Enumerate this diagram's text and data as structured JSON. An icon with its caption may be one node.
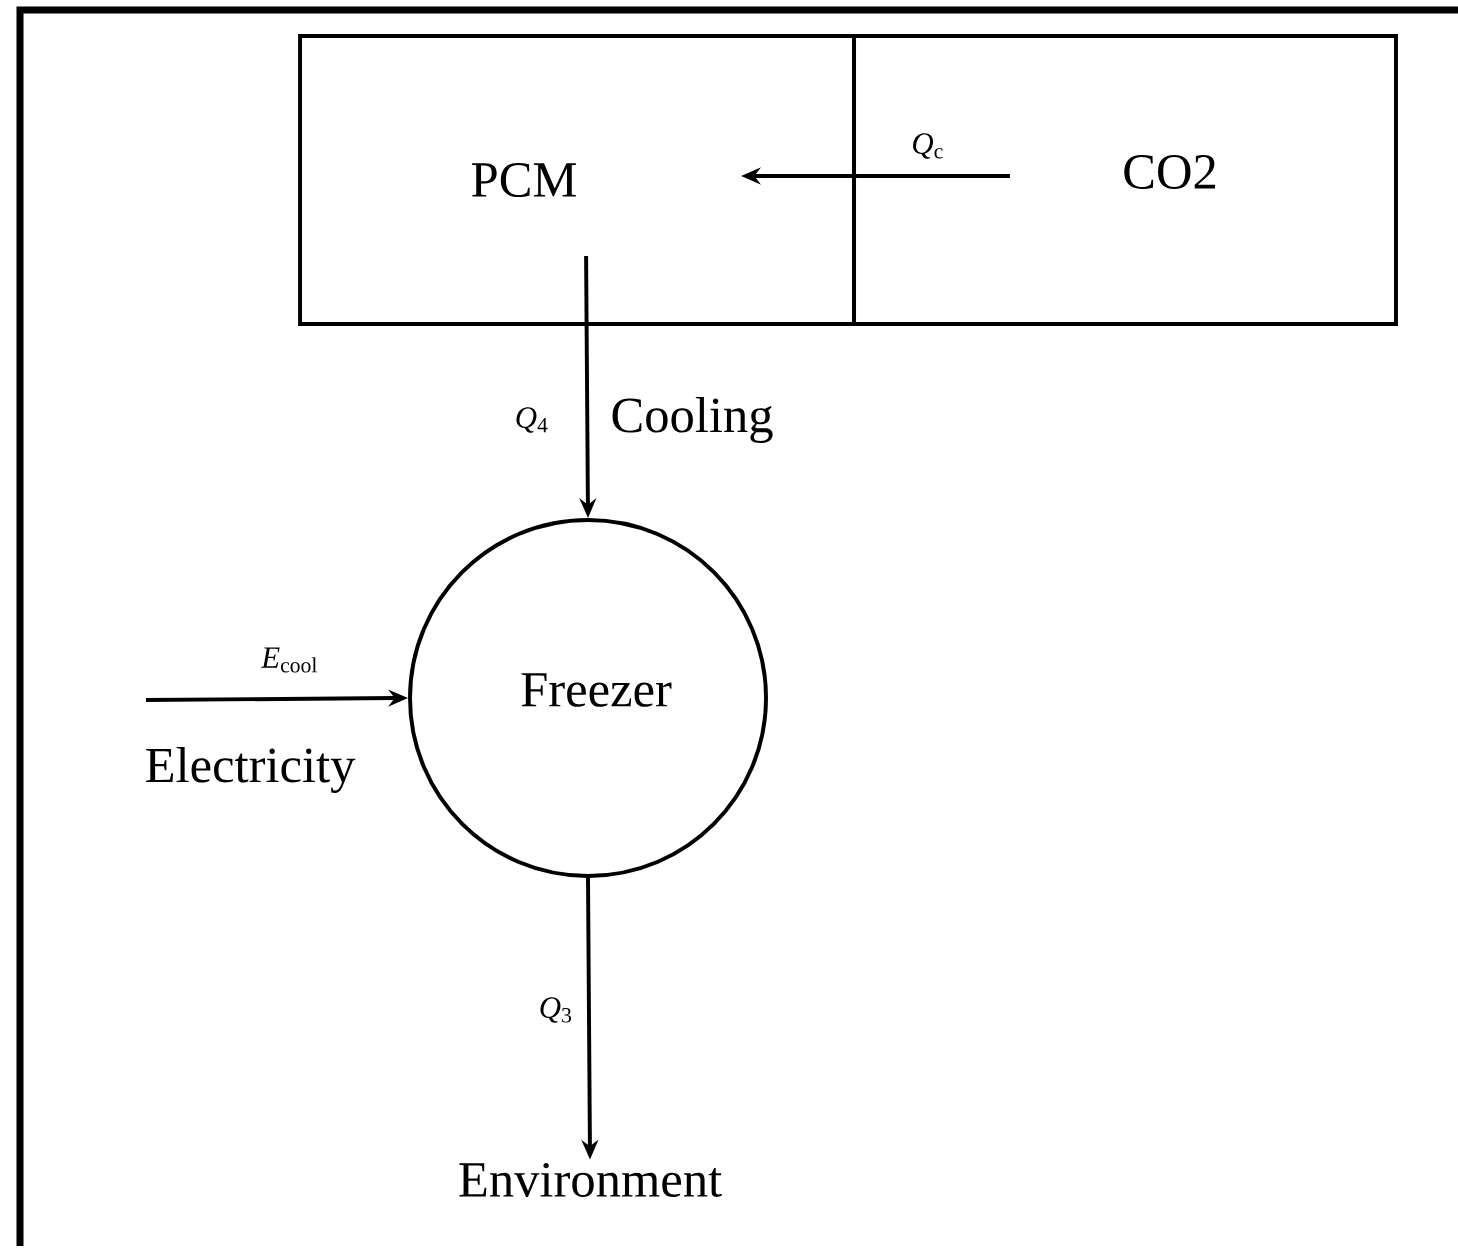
{
  "diagram": {
    "nodes": [
      {
        "text": [
          "PCM"
        ]
      },
      {
        "text": [
          "CO2"
        ]
      },
      {
        "text": [
          "Freezer"
        ]
      },
      {
        "text": [
          "Environment"
        ]
      }
    ],
    "edges": [
      {
        "from": 1,
        "to": 0,
        "arrow": "to",
        "label": "*Q*$_{c}$"
      },
      {
        "from": 0,
        "to": 2,
        "arrow": "to",
        "label": "*Q*$_{4}$"
      },
      {
        "from": null,
        "to": 2,
        "arrow": "to",
        "label": "*E*$_{cool}$"
      },
      {
        "from": 2,
        "to": 3,
        "arrow": "to",
        "label": "*Q*$_{3}$"
      }
    ],
    "labels": [
      "Cooling",
      "Electricity"
    ]
  }
}
